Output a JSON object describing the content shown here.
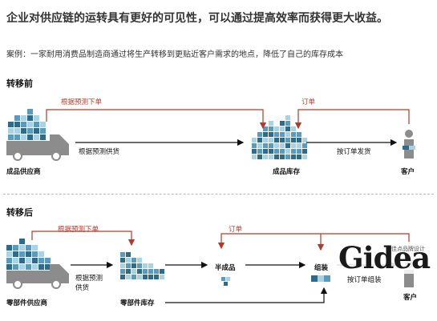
{
  "title": "企业对供应链的运转具有更好的可见性，可以通过提高效率而获得更大收益。",
  "subtitle": "案例：一家耐用消费品制造商通过将生产转移到更贴近客户需求的地点，降低了自己的库存成本",
  "before": {
    "heading": "转移前",
    "forecast_order": "根据预测下单",
    "order": "订单",
    "supply_by_forecast": "根据预测供货",
    "ship_by_order": "按订单发货",
    "supplier": "成品供应商",
    "inventory": "成品库存",
    "customer": "客户"
  },
  "after": {
    "heading": "转移后",
    "forecast_order": "根据预测下单",
    "order": "订单",
    "supply_by_forecast_1": "根据预测",
    "supply_by_forecast_2": "供货",
    "parts_supplier": "零部件供应商",
    "parts_inventory": "零部件库存",
    "semi_finished": "半成品",
    "assembly": "组装",
    "ship_by_order": "按订单组装",
    "customer": "客户"
  },
  "watermark": {
    "logo": "Gidea",
    "tagline": "佳点品牌设计"
  },
  "colors": {
    "dark_blue": "#2e6a8a",
    "mid_blue": "#5a9bbd",
    "light_blue": "#a9d2e4",
    "red": "#b23a2a",
    "gray": "#8c8c8c"
  }
}
